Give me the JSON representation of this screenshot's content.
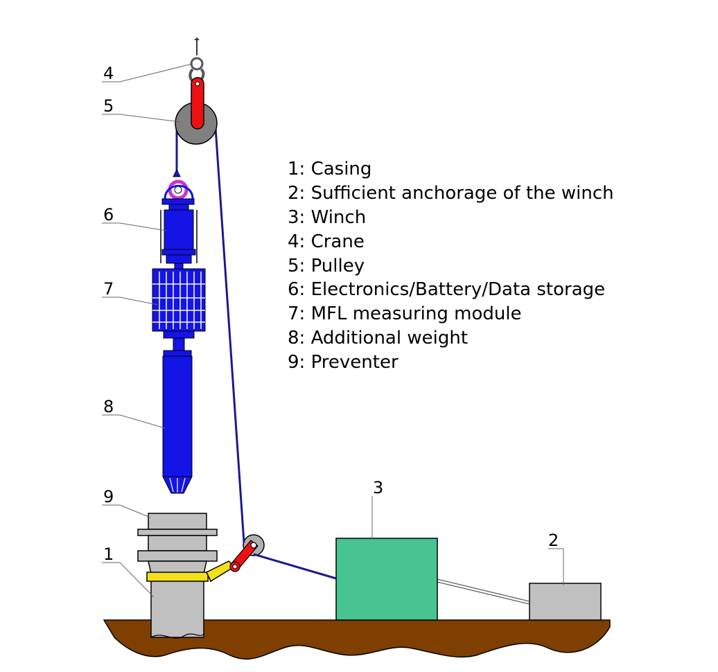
{
  "legend": {
    "items": [
      "1: Casing",
      "2: Sufficient anchorage of the winch",
      "3: Winch",
      "4: Crane",
      "5: Pulley",
      "6: Electronics/Battery/Data storage",
      "7: MFL measuring module",
      "8: Additional weight",
      "9: Preventer"
    ]
  },
  "callouts": {
    "casing": "1",
    "anchorage": "2",
    "winch": "3",
    "crane": "4",
    "pulley": "5",
    "electronics": "6",
    "mfl_module": "7",
    "weight": "8",
    "preventer": "9"
  },
  "colors": {
    "ground": "#7f3f00",
    "cable": "#1a1a8c",
    "tool": "#1414e6",
    "winch": "#47c48f",
    "gray": "#c0c0c0",
    "crane_arm": "#ee1111",
    "shackle": "#cc33cc",
    "clamp": "#f2e01a"
  }
}
